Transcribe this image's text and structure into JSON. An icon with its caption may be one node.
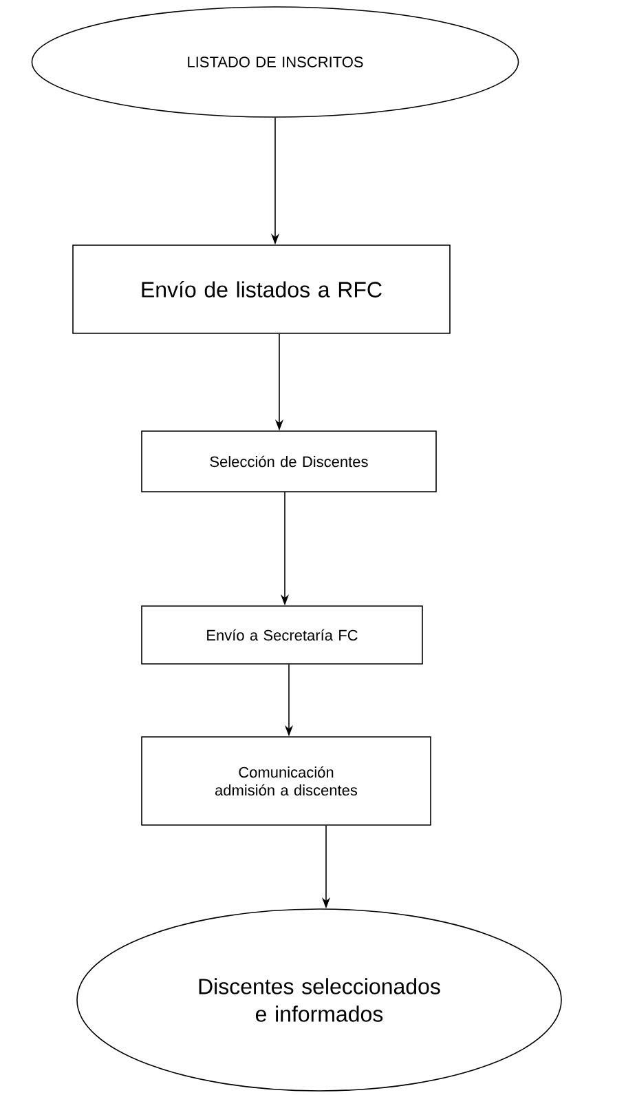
{
  "diagram": {
    "nodes": [
      {
        "text": [
          "LISTADO DE INSCRITOS"
        ]
      },
      {
        "text": [
          "Envío de listados a RFC"
        ]
      },
      {
        "text": [
          "Selección de Discentes"
        ]
      },
      {
        "text": [
          "Envío a Secretaría FC"
        ]
      },
      {
        "text": [
          "Comunicación admisión a discentes"
        ]
      },
      {
        "text": [
          "Discentes seleccionados e informados"
        ]
      }
    ],
    "edges": [
      {
        "from": 0,
        "to": 1,
        "arrow": "to"
      },
      {
        "from": 1,
        "to": 2,
        "arrow": "to"
      },
      {
        "from": 2,
        "to": 3,
        "arrow": "to"
      },
      {
        "from": 3,
        "to": 4,
        "arrow": "to"
      },
      {
        "from": 4,
        "to": 5,
        "arrow": "to"
      }
    ]
  }
}
